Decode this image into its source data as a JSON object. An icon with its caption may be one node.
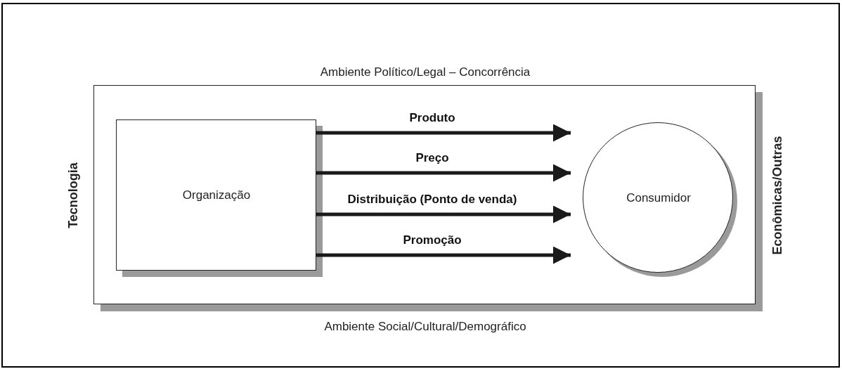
{
  "diagram": {
    "nodes": [
      {
        "text": [
          "Ambiente Político/Legal – Concorrência",
          "Ambiente Social/Cultural/Demográfico",
          "Tecnologia",
          "Econômicas/Outras"
        ]
      },
      {
        "text": [
          "Organização"
        ],
        "in": 0
      },
      {
        "text": [
          "Consumidor"
        ],
        "in": 0
      }
    ],
    "edges": [
      {
        "from": 1,
        "to": 2,
        "arrow": "to",
        "label": "Produto"
      },
      {
        "from": 1,
        "to": 2,
        "arrow": "to",
        "label": "Preço"
      },
      {
        "from": 1,
        "to": 2,
        "arrow": "to",
        "label": "Distribuição (Ponto de venda)"
      },
      {
        "from": 1,
        "to": 2,
        "arrow": "to",
        "label": "Promoção"
      }
    ]
  }
}
